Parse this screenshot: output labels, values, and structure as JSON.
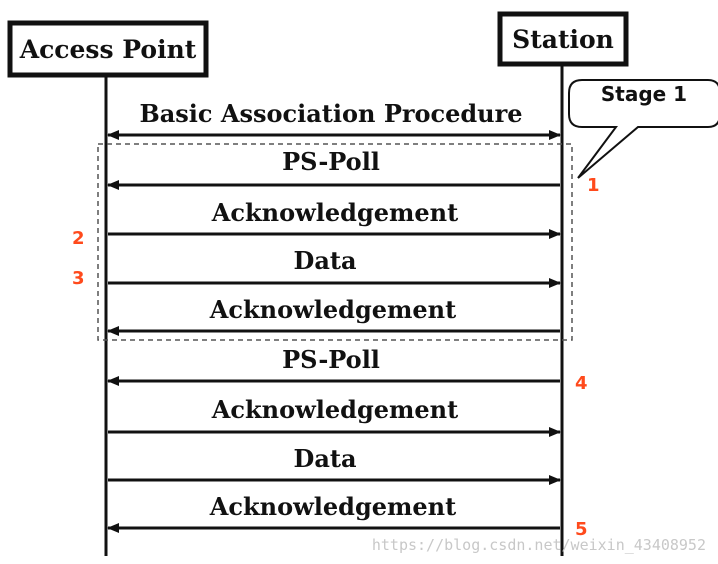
{
  "entities": {
    "access_point": "Access Point",
    "station": "Station"
  },
  "messages": [
    {
      "label": "Basic Association Procedure",
      "direction": "both"
    },
    {
      "label": "PS-Poll",
      "direction": "to-ap"
    },
    {
      "label": "Acknowledgement",
      "direction": "to-station"
    },
    {
      "label": "Data",
      "direction": "to-station"
    },
    {
      "label": "Acknowledgement",
      "direction": "to-ap"
    },
    {
      "label": "PS-Poll",
      "direction": "to-ap"
    },
    {
      "label": "Acknowledgement",
      "direction": "to-station"
    },
    {
      "label": "Data",
      "direction": "to-station"
    },
    {
      "label": "Acknowledgement",
      "direction": "to-ap"
    }
  ],
  "callout": {
    "label": "Stage 1"
  },
  "markers": {
    "m1": "1",
    "m2": "2",
    "m3": "3",
    "m4": "4",
    "m5": "5"
  },
  "watermark": "https://blog.csdn.net/weixin_43408952",
  "colors": {
    "line": "#111111",
    "marker": "#ff4a1c",
    "dashed_box": "#555555",
    "watermark": "#c8c8c8"
  }
}
